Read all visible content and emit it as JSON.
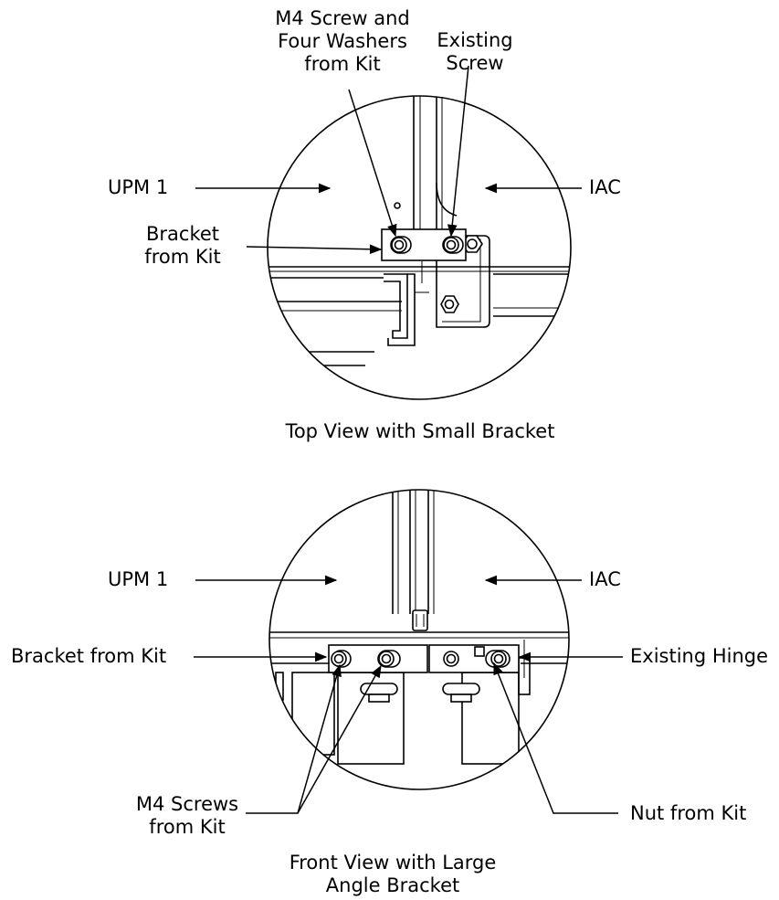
{
  "top_view": {
    "label_m4_washers": [
      "M4 Screw and",
      "Four Washers",
      "from Kit"
    ],
    "label_existing_screw": [
      "Existing",
      "Screw"
    ],
    "label_upm": "UPM 1",
    "label_iac": "IAC",
    "label_bracket": [
      "Bracket",
      "from Kit"
    ],
    "caption": "Top View with Small Bracket"
  },
  "front_view": {
    "label_upm": "UPM 1",
    "label_iac": "IAC",
    "label_bracket": "Bracket from Kit",
    "label_existing_hinge": "Existing Hinge",
    "label_m4_screws": [
      "M4 Screws",
      "from Kit"
    ],
    "label_nut": "Nut from Kit",
    "caption": [
      "Front View with Large",
      "Angle Bracket"
    ]
  }
}
